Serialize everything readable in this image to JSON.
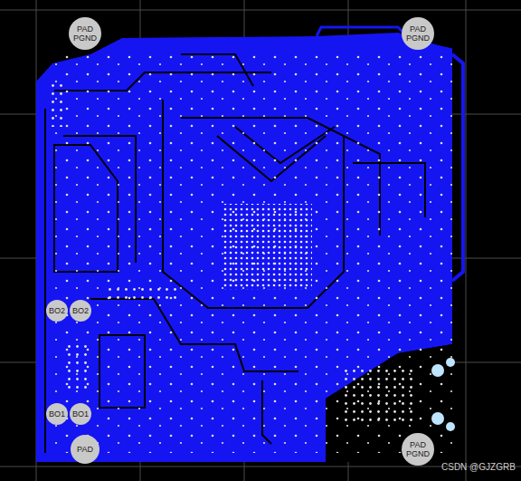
{
  "diagram": {
    "nodes": [
      {
        "text": [
          "PAD",
          "PGND"
        ]
      },
      {
        "text": [
          "PAD",
          "PGND"
        ]
      },
      {
        "text": [
          "BO2"
        ]
      },
      {
        "text": [
          "BO2"
        ]
      },
      {
        "text": [
          "BO1"
        ]
      },
      {
        "text": [
          "BO1"
        ]
      },
      {
        "text": [
          "PAD"
        ]
      },
      {
        "text": [
          "PAD",
          "PGND"
        ]
      }
    ],
    "labels": [
      "CSDN @GJZGRB"
    ]
  }
}
